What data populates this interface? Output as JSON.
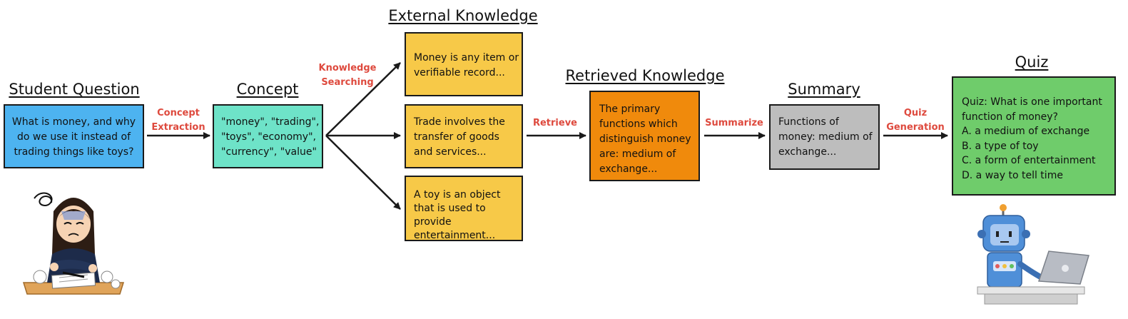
{
  "headings": {
    "student_question": "Student Question",
    "concept": "Concept",
    "external_knowledge": "External Knowledge",
    "retrieved_knowledge": "Retrieved Knowledge",
    "summary": "Summary",
    "quiz": "Quiz"
  },
  "boxes": {
    "student_question": "What is money, and why\ndo we use it instead of\ntrading things like toys?",
    "concept": "\"money\", \"trading\",\n\"toys\", \"economy\",\n\"currency\", \"value\"",
    "external_money": "Money is any item or\nverifiable record...",
    "external_trade": "Trade involves the\ntransfer of goods\nand services...",
    "external_toy": "A toy is an object\nthat is used to provide\nentertainment...",
    "retrieved": "The primary\nfunctions which\ndistinguish money\nare: medium of\nexchange...",
    "summary": "Functions of\nmoney: medium of\nexchange...",
    "quiz": "Quiz: What is one important\nfunction of money?\nA. a medium of exchange\nB. a type of toy\nC. a form of entertainment\nD. a way to tell time"
  },
  "edge_labels": {
    "concept_extraction": "Concept\nExtraction",
    "knowledge_searching": "Knowledge\nSearching",
    "retrieve": "Retrieve",
    "summarize": "Summarize",
    "quiz_generation": "Quiz\nGeneration"
  },
  "colors": {
    "student_question_box": "#4db3f0",
    "concept_box": "#6ee3c8",
    "external_box": "#f7c948",
    "retrieved_box": "#f08a0c",
    "summary_box": "#bdbdbd",
    "quiz_box": "#6fcc6b",
    "edge_label": "#de4a3e",
    "arrow": "#1a1a1a"
  },
  "illustrations": {
    "student": "worried-student-icon",
    "robot": "robot-laptop-icon"
  }
}
